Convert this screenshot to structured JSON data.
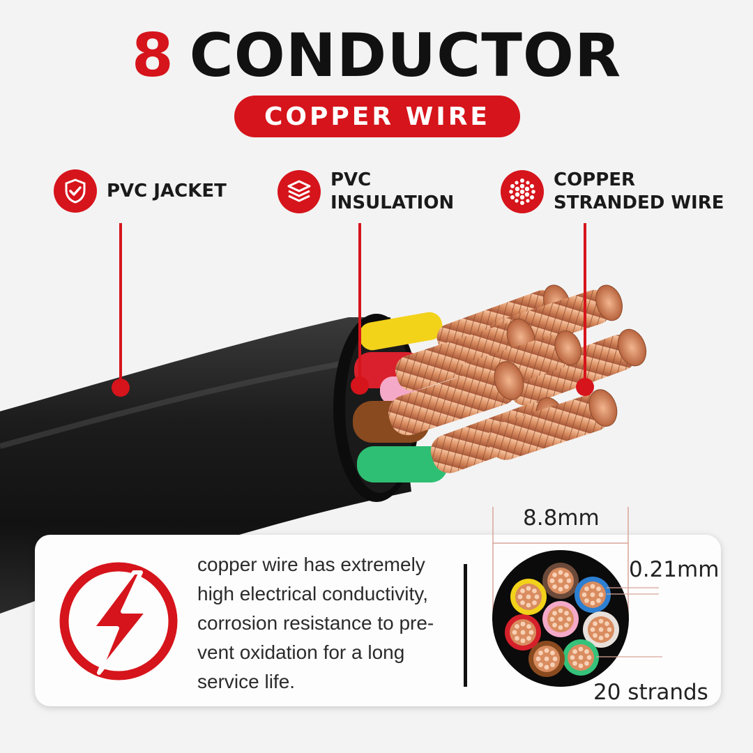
{
  "title": {
    "number": "8",
    "text": "CONDUCTOR"
  },
  "subtitle": "COPPER WIRE",
  "features": [
    {
      "icon": "shield-check-icon",
      "label": "PVC JACKET"
    },
    {
      "icon": "layers-icon",
      "label_line1": "PVC",
      "label_line2": "INSULATION"
    },
    {
      "icon": "copper-strands-icon",
      "label_line1": "COPPER",
      "label_line2": "STRANDED WIRE"
    }
  ],
  "description": {
    "line1": "copper wire has extremely",
    "line2": "high electrical conductivity,",
    "line3": "corrosion resistance to pre-",
    "line4": "vent oxidation for a long",
    "line5": "service life."
  },
  "dimensions": {
    "outer_diameter": "8.8mm",
    "strand_diameter": "0.21mm",
    "strand_count": "20 strands"
  },
  "conductor_colors": [
    "#6b4a3a",
    "#2d7fd1",
    "#e8e0da",
    "#35c27a",
    "#8a4a1f",
    "#d6202a",
    "#f2d21a",
    "#f4a9c8"
  ],
  "colors": {
    "accent": "#d6141b",
    "jacket": "#1b1b1b",
    "copper": "#d98c5f"
  }
}
